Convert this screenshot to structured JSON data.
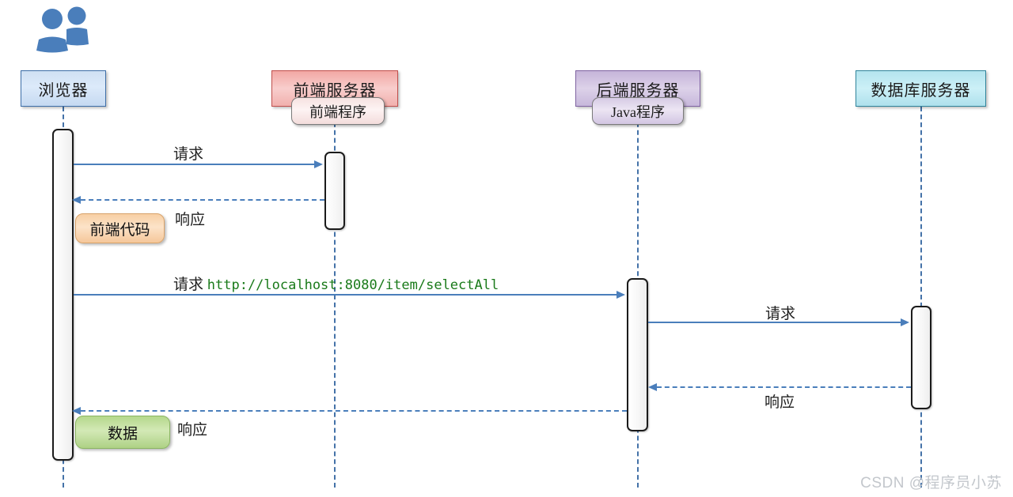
{
  "diagram": {
    "title": "sequence-diagram",
    "actor_icon": "people-icon",
    "watermark": "CSDN @程序员小苏"
  },
  "participants": [
    {
      "id": "browser",
      "label": "浏览器",
      "sub_label": null,
      "color": "#cfe0f3",
      "border": "#3e6fa8"
    },
    {
      "id": "frontend",
      "label": "前端服务器",
      "sub_label": "前端程序",
      "color": "#f2a7a3",
      "border": "#c0504d"
    },
    {
      "id": "backend",
      "label": "后端服务器",
      "sub_label": "Java程序",
      "color": "#c5b4d9",
      "border": "#8064a2"
    },
    {
      "id": "database",
      "label": "数据库服务器",
      "sub_label": null,
      "color": "#b4e4ee",
      "border": "#31859c"
    }
  ],
  "messages": [
    {
      "id": "m1",
      "label": "请求",
      "url": null,
      "from": "browser",
      "to": "frontend",
      "style": "solid"
    },
    {
      "id": "m2",
      "label": "响应",
      "url": null,
      "from": "frontend",
      "to": "browser",
      "style": "dashed"
    },
    {
      "id": "m3",
      "label": "请求",
      "url": "http://localhost:8080/item/selectAll",
      "from": "browser",
      "to": "backend",
      "style": "solid"
    },
    {
      "id": "m4",
      "label": "请求",
      "url": null,
      "from": "backend",
      "to": "database",
      "style": "solid"
    },
    {
      "id": "m5",
      "label": "响应",
      "url": null,
      "from": "database",
      "to": "backend",
      "style": "dashed"
    },
    {
      "id": "m6",
      "label": "响应",
      "url": null,
      "from": "backend",
      "to": "browser",
      "style": "dashed"
    }
  ],
  "notes": [
    {
      "id": "n1",
      "label": "前端代码",
      "color": "#f7cfa4",
      "border": "#d9a36a"
    },
    {
      "id": "n2",
      "label": "数据",
      "color": "#b5d88c",
      "border": "#8bb563"
    }
  ],
  "colors": {
    "arrow": "#4a7ebb",
    "lifeline": "#4472a8",
    "url_text": "#1a7a1a",
    "activation_border": "#1b1b1b",
    "watermark": "#c3c7cc",
    "actor_icon": "#4a7ebb"
  }
}
